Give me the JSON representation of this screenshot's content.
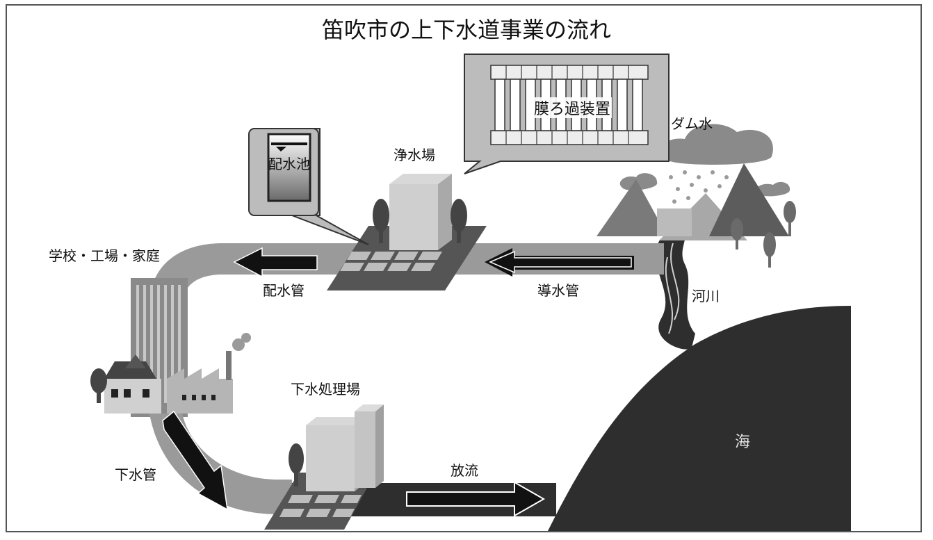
{
  "title": "笛吹市の上下水道事業の流れ",
  "labels": {
    "membrane": "膜ろ過装置",
    "dam_water": "ダム水",
    "reservoir": "配水池",
    "purification": "浄水場",
    "consumers": "学校・工場・家庭",
    "distribution_pipe": "配水管",
    "conveyance_pipe": "導水管",
    "river": "河川",
    "sewage_plant": "下水処理場",
    "sewer_pipe": "下水管",
    "discharge": "放流",
    "sea": "海"
  }
}
